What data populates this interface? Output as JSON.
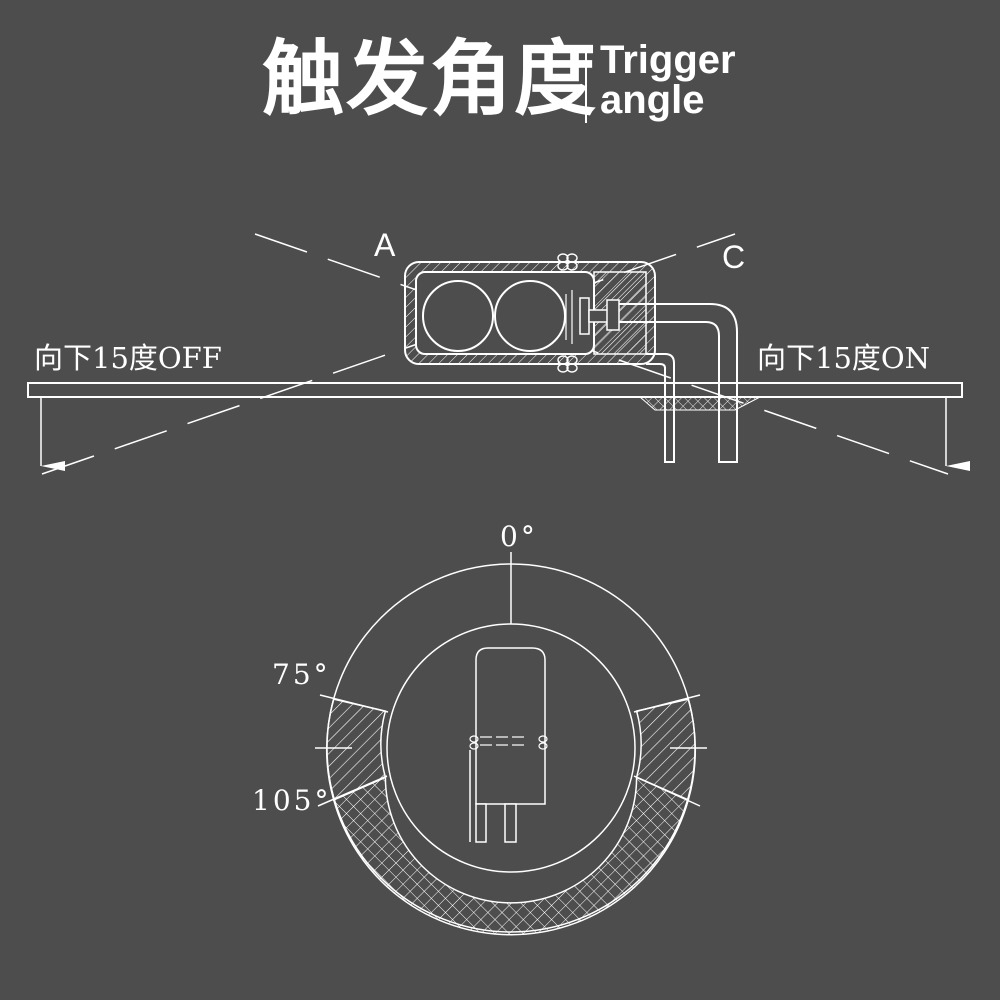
{
  "title": {
    "cn": "触发角度",
    "en_line1": "Trigger",
    "en_line2": "angle"
  },
  "side_view": {
    "label_a": "A",
    "label_c": "C",
    "left_note": "向下15度OFF",
    "right_note": "向下15度ON"
  },
  "dial": {
    "deg_0": "0°",
    "deg_75": "75°",
    "deg_105": "105°"
  },
  "colors": {
    "background": "#4d4d4d",
    "line": "#ffffff"
  }
}
